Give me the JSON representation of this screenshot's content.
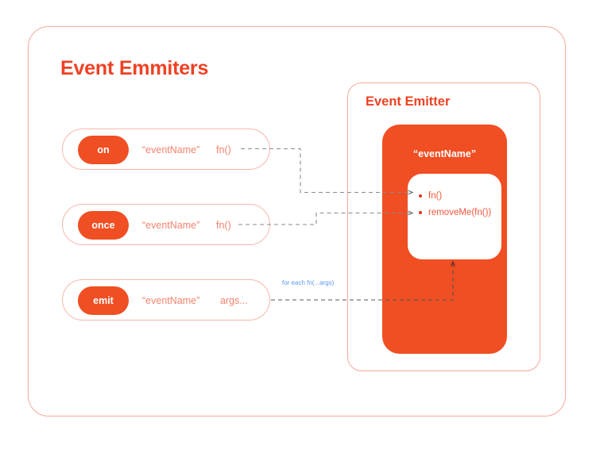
{
  "page": {
    "title": "Event Emmiters",
    "background_color": "#ffffff",
    "card_border_color": "#f3a99b"
  },
  "theme": {
    "accent": "#ef4123",
    "pill_fill": "#f04e23",
    "muted_text": "#f4836d",
    "note_color": "#5b9bf5",
    "connector_color": "#808080"
  },
  "methods": [
    {
      "name": "on",
      "event_arg": "“eventName”",
      "callback_arg": "fn()"
    },
    {
      "name": "once",
      "event_arg": "“eventName”",
      "callback_arg": "fn()"
    },
    {
      "name": "emit",
      "event_arg": "“eventName”",
      "callback_arg": "args..."
    }
  ],
  "emitter": {
    "title": "Event Emitter",
    "event_label": "“eventName”",
    "listeners": [
      "fn()",
      "removeMe(fn())"
    ]
  },
  "annotations": {
    "emit_note": "for each fn(...args)"
  }
}
